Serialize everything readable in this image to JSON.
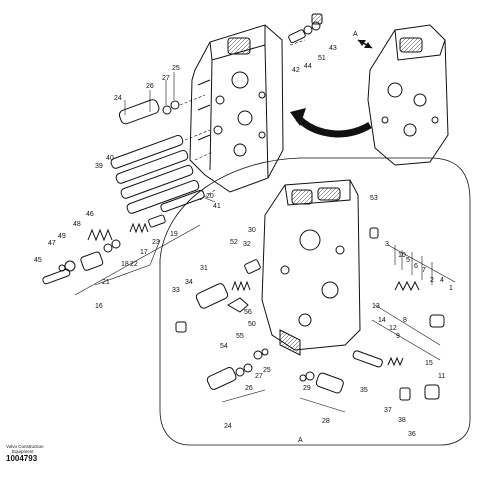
{
  "footer": {
    "brand_line1": "Volvo Construction",
    "brand_line2": "Equipment",
    "doc_number": "1004793"
  },
  "view_marker": "A",
  "part_labels": [
    "1",
    "2",
    "3",
    "4",
    "5",
    "6",
    "7",
    "8",
    "9",
    "10",
    "11",
    "12",
    "13",
    "14",
    "15",
    "16",
    "17",
    "18",
    "19",
    "20",
    "21",
    "22",
    "23",
    "24",
    "25",
    "26",
    "27",
    "28",
    "29",
    "30",
    "31",
    "32",
    "33",
    "34",
    "35",
    "36",
    "37",
    "38",
    "39",
    "40",
    "41",
    "42",
    "43",
    "44",
    "45",
    "46",
    "47",
    "48",
    "49",
    "50",
    "51",
    "52",
    "53",
    "54",
    "55",
    "56"
  ]
}
